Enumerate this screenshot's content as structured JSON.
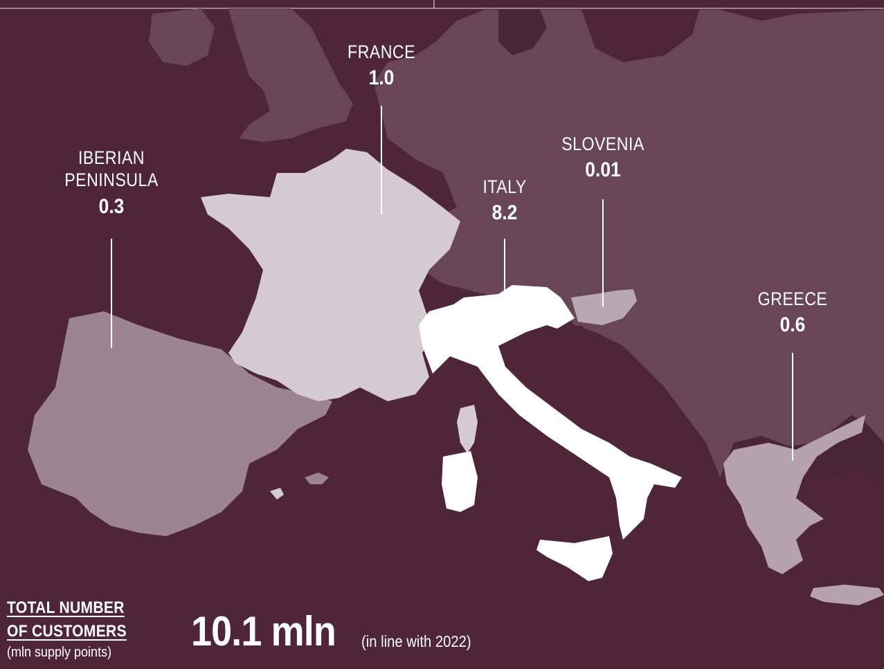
{
  "colors": {
    "sea": "#4e2638",
    "land_other": "#684658",
    "land_dark": "#4a2538",
    "iberia": "#9d8590",
    "france": "#d4cad0",
    "italy": "#ffffff",
    "slovenia": "#b9a8b0",
    "greece": "#b5a2ab"
  },
  "regions": [
    {
      "id": "iberia",
      "name": "IBERIAN PENINSULA",
      "value": "0.3"
    },
    {
      "id": "france",
      "name": "FRANCE",
      "value": "1.0"
    },
    {
      "id": "italy",
      "name": "ITALY",
      "value": "8.2"
    },
    {
      "id": "slovenia",
      "name": "SLOVENIA",
      "value": "0.01"
    },
    {
      "id": "greece",
      "name": "GREECE",
      "value": "0.6"
    }
  ],
  "total": {
    "title_line1": "TOTAL NUMBER",
    "title_line2": "OF CUSTOMERS",
    "unit": "(mln supply points)",
    "value": "10.1 mln",
    "note": "(in line with 2022)"
  }
}
